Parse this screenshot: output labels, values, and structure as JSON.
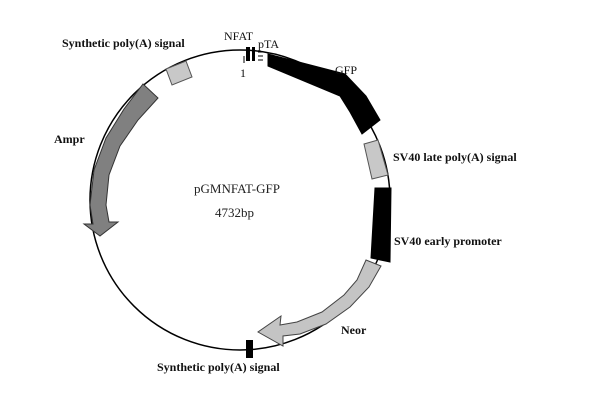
{
  "plasmid": {
    "name": "pGMNFAT-GFP",
    "size": "4732bp",
    "origin_label": "1"
  },
  "features": {
    "nfat": "NFAT",
    "pta": "pTA",
    "gfp": "GFP",
    "sv40_late_polya": "SV40 late poly(A) signal",
    "sv40_early_promoter": "SV40 early promoter",
    "neor": "Neor",
    "synthetic_polya_bottom": "Synthetic poly(A) signal",
    "ampr": "Ampr",
    "synthetic_polya_top": "Synthetic poly(A) signal"
  },
  "colors": {
    "backbone": "#000000",
    "gfp": "#000000",
    "sv40_early_promoter": "#000000",
    "sv40_late_polya": "#c8c8c8",
    "neor": "#c4c4c4",
    "ampr": "#808080",
    "synthetic_polya_top": "#c8c8c8",
    "synthetic_polya_bottom": "#000000",
    "nfat": "#000000"
  }
}
